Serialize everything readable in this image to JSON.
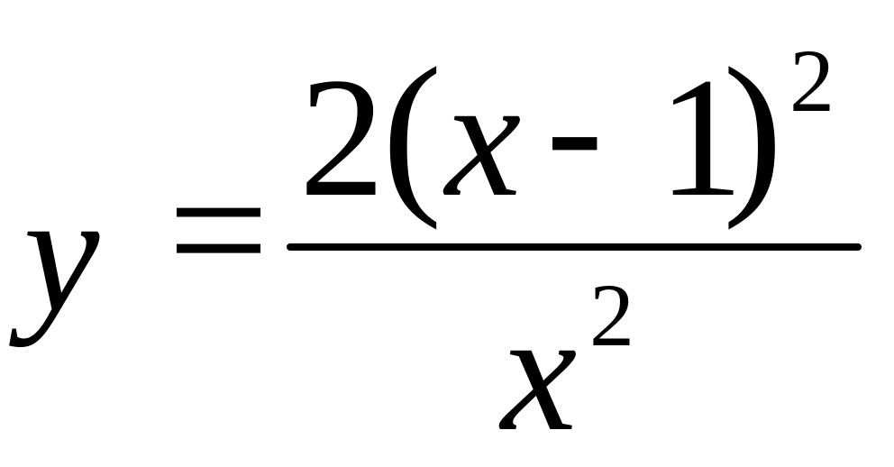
{
  "formula": {
    "lhs": "y",
    "equals": "=",
    "numerator": {
      "coefficient": "2",
      "open_paren": "(",
      "variable": "x",
      "operator": "-",
      "constant": "1",
      "close_paren": ")",
      "exponent": "2"
    },
    "denominator": {
      "variable": "x",
      "exponent": "2"
    }
  }
}
